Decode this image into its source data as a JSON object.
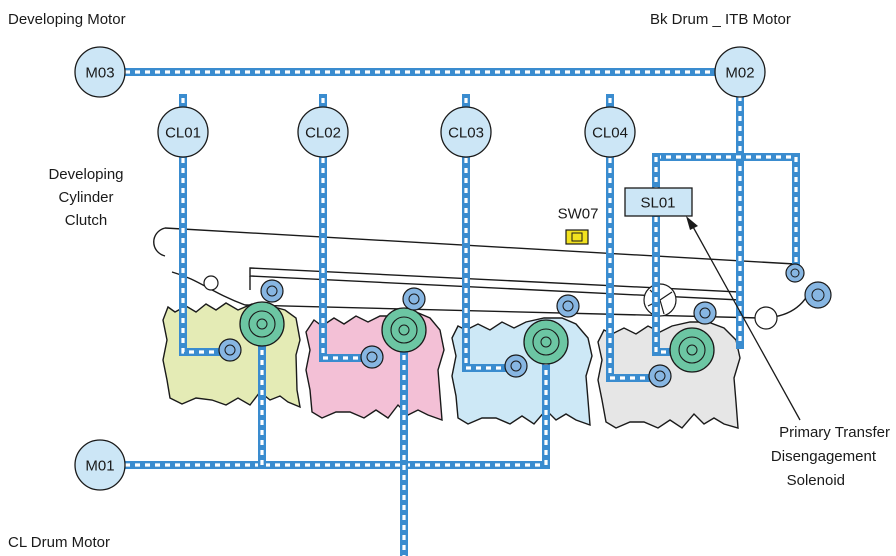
{
  "labels": {
    "developing_motor": "Developing Motor",
    "bk_drum_itb_motor": "Bk Drum _ ITB Motor",
    "developing_cylinder_clutch": [
      "Developing",
      "Cylinder",
      "Clutch"
    ],
    "primary_transfer_solenoid": [
      "Primary Transfer",
      "Disengagement",
      "Solenoid"
    ],
    "cl_drum_motor": "CL Drum Motor"
  },
  "components": {
    "m03": "M03",
    "m02": "M02",
    "m01": "M01",
    "cl01": "CL01",
    "cl02": "CL02",
    "cl03": "CL03",
    "cl04": "CL04",
    "sl01": "SL01",
    "sw07": "SW07"
  },
  "colors": {
    "shaft": "#3a8ccf",
    "component_fill": "#cce6f6",
    "cartridge_yellow": "#e4ebb5",
    "cartridge_magenta": "#f3c0d6",
    "cartridge_cyan": "#cde8f6",
    "cartridge_black": "#e6e6e6",
    "drum_green": "#6cc6a3",
    "roller_blue": "#87b6e2",
    "switch_yellow": "#f2e21f"
  }
}
